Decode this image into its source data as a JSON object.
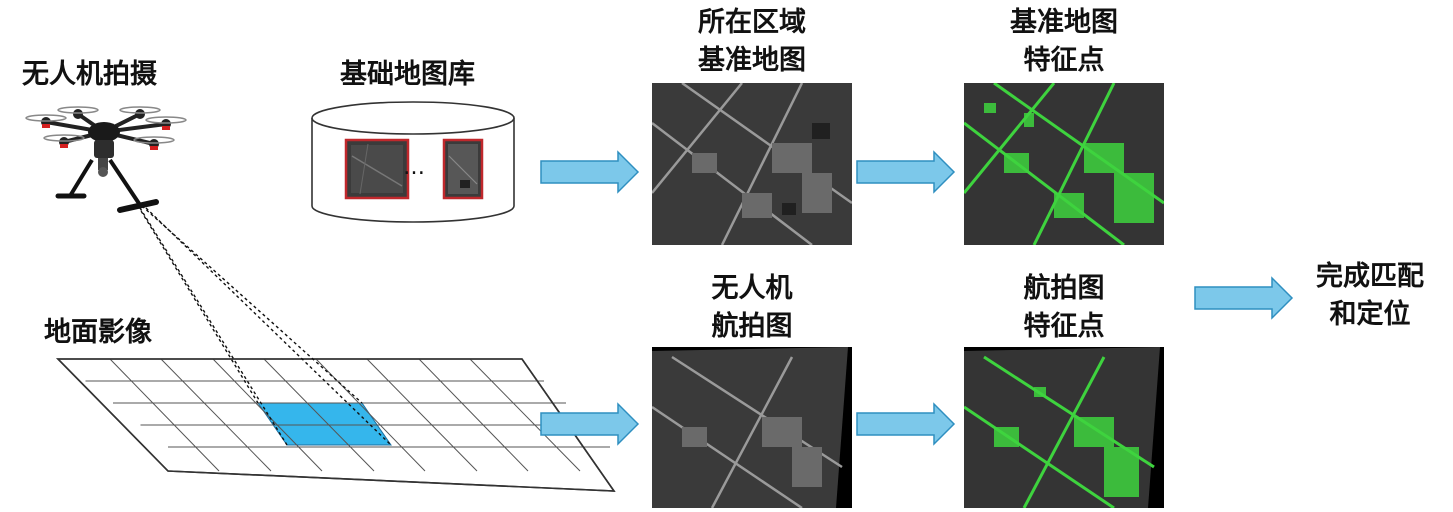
{
  "labels": {
    "drone": "无人机拍摄",
    "map_library": "基础地图库",
    "ground_image": "地面影像",
    "base_map_line1": "所在区域",
    "base_map_line2": "基准地图",
    "base_features_line1": "基准地图",
    "base_features_line2": "特征点",
    "uav_line1": "无人机",
    "uav_line2": "航拍图",
    "aerial_features_line1": "航拍图",
    "aerial_features_line2": "特征点",
    "result_line1": "完成匹配",
    "result_line2": "和定位"
  },
  "library_ellipsis": "…",
  "colors": {
    "arrow_fill": "#7cc8ea",
    "arrow_stroke": "#2f8fc0",
    "highlight": "#35b6ec",
    "feature_green": "#3ed33e",
    "library_frame": "#c0282c"
  }
}
